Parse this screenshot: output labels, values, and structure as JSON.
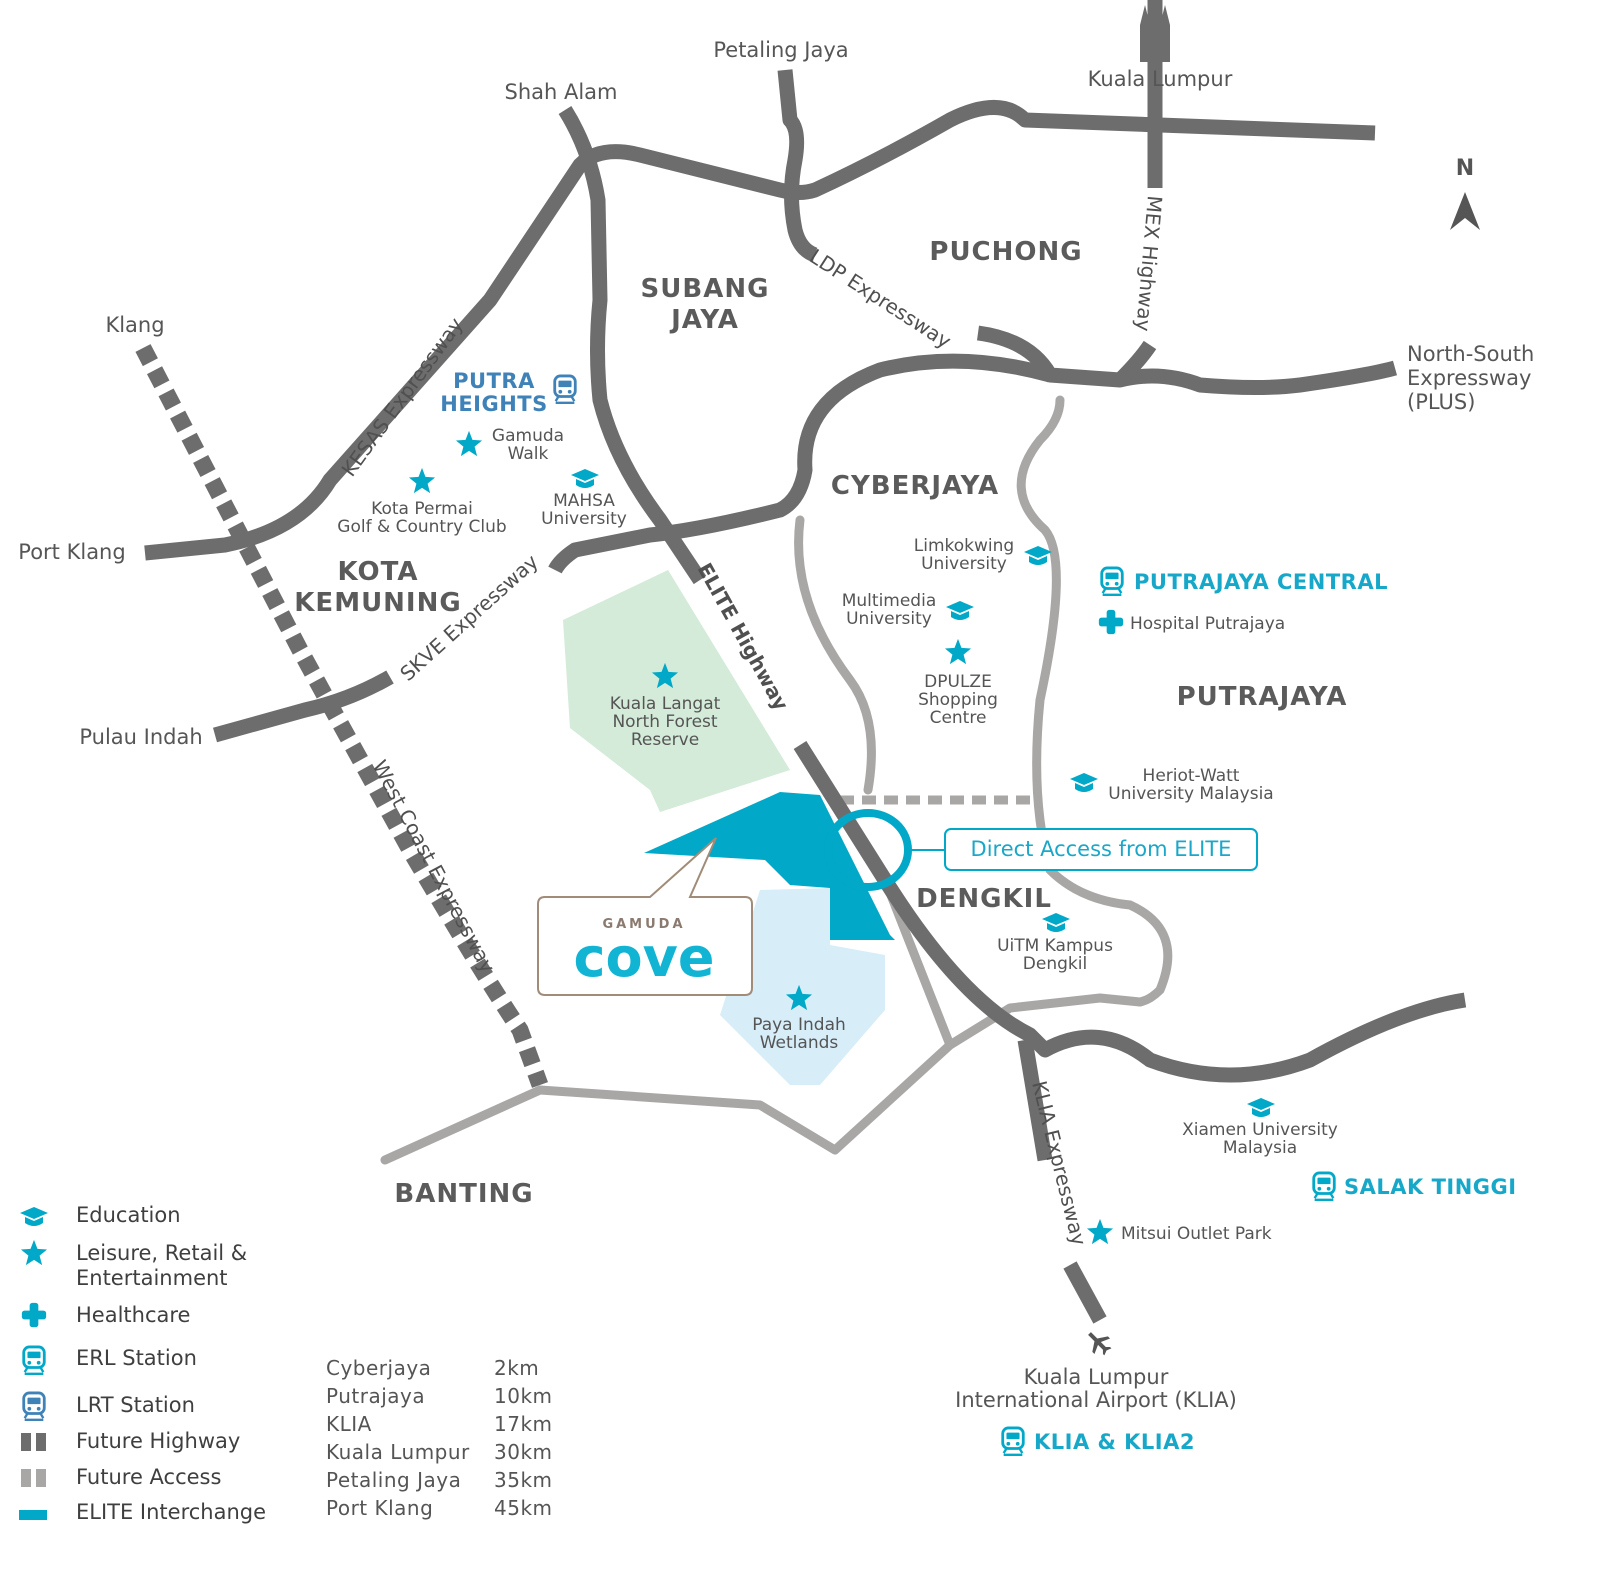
{
  "north_label": "N",
  "colors": {
    "highway": "#6d6d6d",
    "minor_road": "#a9a7a6",
    "accent": "#01a8c8",
    "forest": "#d3ebd8",
    "wetland": "#d7edf8",
    "lrt": "#3f82b8"
  },
  "places": {
    "petaling_jaya": "Petaling Jaya",
    "kuala_lumpur": "Kuala Lumpur",
    "shah_alam": "Shah Alam",
    "klang": "Klang",
    "port_klang": "Port Klang",
    "pulau_indah": "Pulau Indah",
    "north_south_1": "North-South",
    "north_south_2": "Expressway",
    "north_south_3": "(PLUS)",
    "klia_1": "Kuala Lumpur",
    "klia_2": "International Airport (KLIA)"
  },
  "areas": {
    "puchong": "PUCHONG",
    "subang_1": "SUBANG",
    "subang_2": "JAYA",
    "cyberjaya": "CYBERJAYA",
    "kota_1": "KOTA",
    "kota_2": "KEMUNING",
    "putrajaya": "PUTRAJAYA",
    "dengkil": "DENGKIL",
    "banting": "BANTING"
  },
  "roads": {
    "kesas": "KESAS Expressway",
    "skve": "SKVE Expressway",
    "elite": "ELITE Highway",
    "ldp": "LDP Expressway",
    "mex": "MEX Highway",
    "west_coast": "West Coast Expressway",
    "klia_exp": "KLIA Expressway"
  },
  "stations": {
    "putra_1": "PUTRA",
    "putra_2": "HEIGHTS",
    "putrajaya_central": "PUTRAJAYA CENTRAL",
    "salak_tinggi": "SALAK TINGGI",
    "klia": "KLIA & KLIA2"
  },
  "pois": {
    "gamuda_walk_1": "Gamuda",
    "gamuda_walk_2": "Walk",
    "kota_permai_1": "Kota Permai",
    "kota_permai_2": "Golf & Country Club",
    "mahsa_1": "MAHSA",
    "mahsa_2": "University",
    "limkokwing_1": "Limkokwing",
    "limkokwing_2": "University",
    "multimedia_1": "Multimedia",
    "multimedia_2": "University",
    "dpulze_1": "DPULZE",
    "dpulze_2": "Shopping",
    "dpulze_3": "Centre",
    "hospital": "Hospital Putrajaya",
    "kl_forest_1": "Kuala Langat",
    "kl_forest_2": "North Forest",
    "kl_forest_3": "Reserve",
    "heriot_1": "Heriot-Watt",
    "heriot_2": "University Malaysia",
    "uitm_1": "UiTM Kampus",
    "uitm_2": "Dengkil",
    "paya_1": "Paya Indah",
    "paya_2": "Wetlands",
    "xiamen_1": "Xiamen University",
    "xiamen_2": "Malaysia",
    "mitsui": "Mitsui Outlet Park"
  },
  "callout": "Direct Access from ELITE",
  "logo": {
    "brand": "GAMUDA",
    "name": "cove"
  },
  "legend": [
    {
      "icon": "education-icon",
      "label": "Education"
    },
    {
      "icon": "star-icon",
      "label": "Leisure, Retail &",
      "label2": "Entertainment"
    },
    {
      "icon": "healthcare-icon",
      "label": "Healthcare"
    },
    {
      "icon": "erl-station-icon",
      "label": "ERL Station"
    },
    {
      "icon": "lrt-station-icon",
      "label": "LRT Station"
    },
    {
      "icon": "future-highway-icon",
      "label": "Future Highway"
    },
    {
      "icon": "future-access-icon",
      "label": "Future Access"
    },
    {
      "icon": "elite-interchange-icon",
      "label": "ELITE Interchange"
    }
  ],
  "distances": [
    {
      "place": "Cyberjaya",
      "km": "2km"
    },
    {
      "place": "Putrajaya",
      "km": "10km"
    },
    {
      "place": "KLIA",
      "km": "17km"
    },
    {
      "place": "Kuala Lumpur",
      "km": "30km"
    },
    {
      "place": "Petaling Jaya",
      "km": "35km"
    },
    {
      "place": "Port Klang",
      "km": "45km"
    }
  ]
}
